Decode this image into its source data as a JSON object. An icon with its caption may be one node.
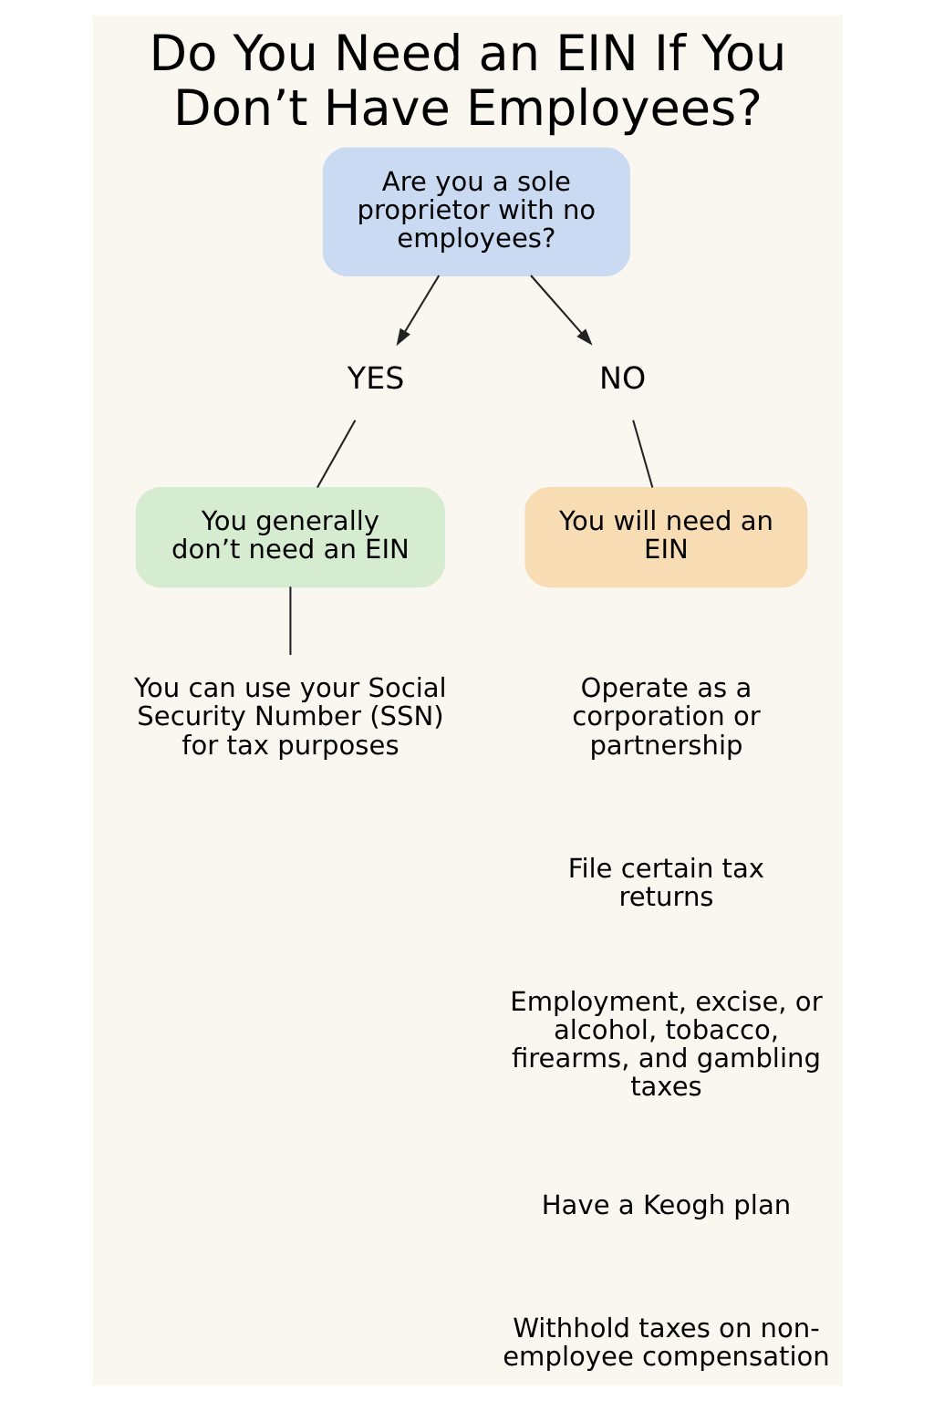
{
  "diagram": {
    "title": "Do You Need an EIN If You Don’t Have Employees?",
    "nodes": [
      {
        "text": [
          "Are you a sole proprietor with no employees?"
        ]
      },
      {
        "text": [
          "YES"
        ]
      },
      {
        "text": [
          "NO"
        ]
      },
      {
        "text": [
          "You generally don’t need an EIN"
        ]
      },
      {
        "text": [
          "You will need an EIN"
        ]
      },
      {
        "text": [
          "You can use your Social Security Number (SSN) for tax purposes"
        ]
      }
    ],
    "edges": [
      {
        "from": 0,
        "to": 1,
        "arrow": "to"
      },
      {
        "from": 0,
        "to": 2,
        "arrow": "to"
      },
      {
        "from": 1,
        "to": 3,
        "arrow": "none"
      },
      {
        "from": 2,
        "to": 4,
        "arrow": "none"
      },
      {
        "from": 3,
        "to": 5,
        "arrow": "none"
      }
    ],
    "labels": [
      "Operate as a corporation or partnership",
      "File certain tax returns",
      "Employment, excise, or alcohol, tobacco, firearms, and gambling taxes",
      "Have a Keogh plan",
      "Withhold taxes on non-employee compensation"
    ]
  }
}
